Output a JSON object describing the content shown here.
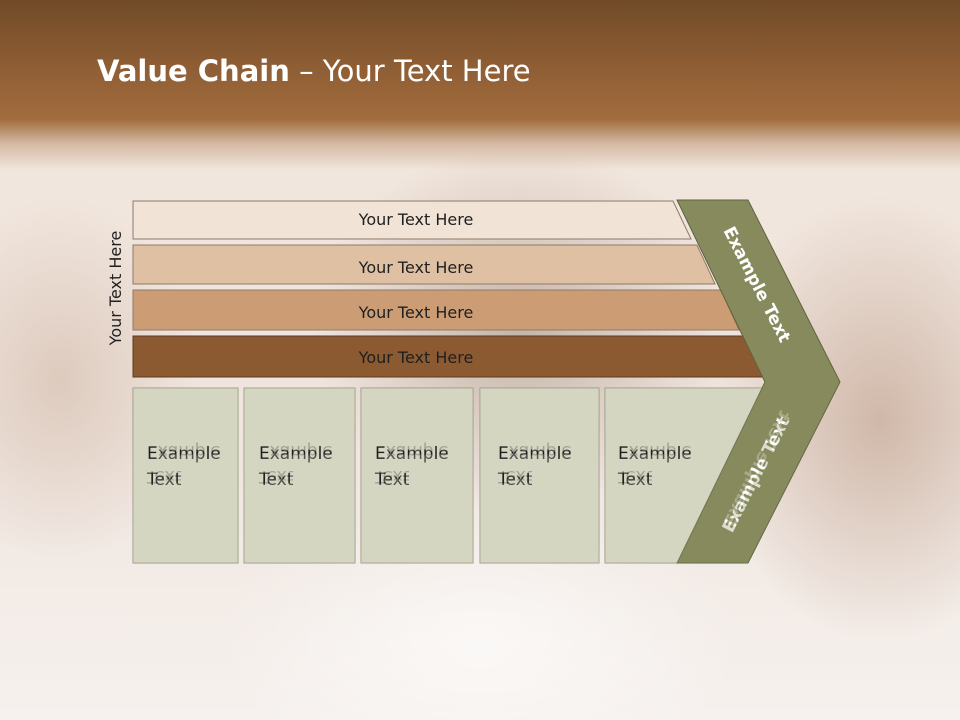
{
  "slide": {
    "title_bold": "Value Chain",
    "title_rest": " – Your Text Here"
  },
  "side_label": "Your Text Here",
  "support_rows": [
    {
      "label": "Your Text Here",
      "color": "#f1e3d6"
    },
    {
      "label": "Your Text Here",
      "color": "#dfc0a3"
    },
    {
      "label": "Your Text Here",
      "color": "#cc9d74"
    },
    {
      "label": "Your Text Here",
      "color": "#8c5a31"
    }
  ],
  "primary_boxes": [
    {
      "line1": "Example",
      "line2": "Text"
    },
    {
      "line1": "Example",
      "line2": "Text"
    },
    {
      "line1": "Example",
      "line2": "Text"
    },
    {
      "line1": "Example",
      "line2": "Text"
    },
    {
      "line1": "Example",
      "line2": "Text"
    }
  ],
  "margin_chevron": {
    "upper_label": "Example Text",
    "lower_label": "Example Text",
    "color": "#878a5c"
  },
  "colors": {
    "header": "#8f5e34",
    "box_fill": "#d5d6c2"
  }
}
